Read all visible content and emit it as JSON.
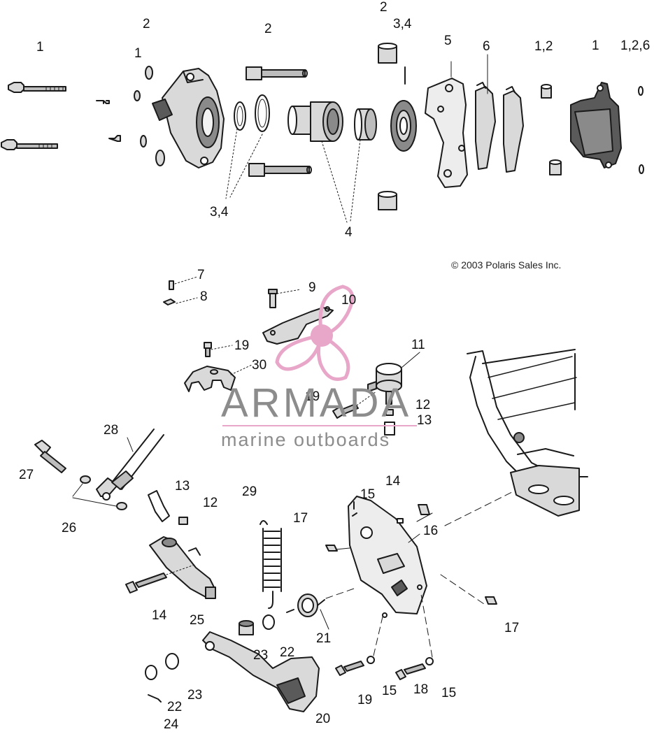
{
  "diagram": {
    "copyright": "© 2003 Polaris Sales Inc.",
    "callouts": [
      {
        "text": "1"
      },
      {
        "text": "2"
      },
      {
        "text": "1"
      },
      {
        "text": "2"
      },
      {
        "text": "2"
      },
      {
        "text": "3,4"
      },
      {
        "text": "5"
      },
      {
        "text": "6"
      },
      {
        "text": "1,2"
      },
      {
        "text": "1"
      },
      {
        "text": "1,2,6"
      },
      {
        "text": "3,4"
      },
      {
        "text": "4"
      },
      {
        "text": "7"
      },
      {
        "text": "8"
      },
      {
        "text": "9"
      },
      {
        "text": "10"
      },
      {
        "text": "19"
      },
      {
        "text": "30"
      },
      {
        "text": "11"
      },
      {
        "text": "19"
      },
      {
        "text": "12"
      },
      {
        "text": "13"
      },
      {
        "text": "28"
      },
      {
        "text": "27"
      },
      {
        "text": "26"
      },
      {
        "text": "13"
      },
      {
        "text": "12"
      },
      {
        "text": "29"
      },
      {
        "text": "14"
      },
      {
        "text": "15"
      },
      {
        "text": "16"
      },
      {
        "text": "17"
      },
      {
        "text": "14"
      },
      {
        "text": "25"
      },
      {
        "text": "17"
      },
      {
        "text": "21"
      },
      {
        "text": "23"
      },
      {
        "text": "22"
      },
      {
        "text": "22"
      },
      {
        "text": "23"
      },
      {
        "text": "24"
      },
      {
        "text": "20"
      },
      {
        "text": "19"
      },
      {
        "text": "15"
      },
      {
        "text": "18"
      },
      {
        "text": "15"
      }
    ]
  },
  "watermark": {
    "title": "ARMADA",
    "subtitle": "marine outboards",
    "accent_color": "#e8a6c9",
    "logo_icon": "propeller-logo-icon"
  },
  "colors": {
    "line": "#1a1a1a",
    "part_fill": "#d9d9d9",
    "part_dark": "#5a5a5a"
  }
}
